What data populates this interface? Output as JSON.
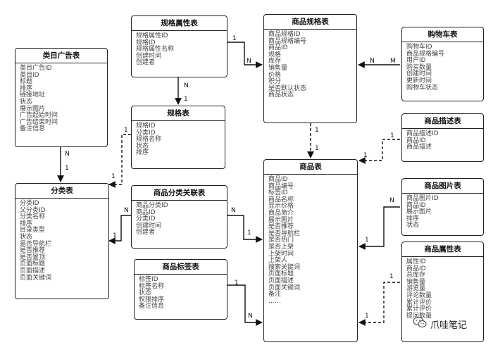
{
  "entities": {
    "category_ad": {
      "title": "类目广告表",
      "fields": [
        "类目广告ID",
        "类目ID",
        "标题",
        "排序",
        "链接地址",
        "状态",
        "展示图片",
        "广告起始时间",
        "广告结束时间",
        "备注信息"
      ]
    },
    "spec_attr": {
      "title": "规格属性表",
      "fields": [
        "规格属性ID",
        "规格ID",
        "规格属性名称",
        "创建时间",
        "创建者"
      ]
    },
    "spec": {
      "title": "规格表",
      "fields": [
        "规格ID",
        "分类ID",
        "规格名称",
        "状态",
        "排序"
      ]
    },
    "category": {
      "title": "分类表",
      "fields": [
        "分类ID",
        "父分类ID",
        "分类名称",
        "排序",
        "目录类型",
        "状态",
        "是否导航栏",
        "是否推荐",
        "是否置顶",
        "页面标题",
        "页面描述",
        "页面关键词"
      ]
    },
    "product_category": {
      "title": "商品分类关联表",
      "fields": [
        "商品分类ID",
        "商品ID",
        "分类ID",
        "创建时间",
        "创建者"
      ]
    },
    "product_tag": {
      "title": "商品标签表",
      "fields": [
        "标签ID",
        "标签名称",
        "状态",
        "权限排序",
        "备注信息"
      ]
    },
    "product_spec": {
      "title": "商品规格表",
      "fields": [
        "商品规格ID",
        "商品规格编号",
        "商品ID",
        "规格",
        "库存",
        "销售量",
        "价格",
        "积分",
        "是否默认状态",
        "商品状态"
      ]
    },
    "cart": {
      "title": "购物车表",
      "fields": [
        "购物车ID",
        "商品规格编号",
        "用户ID",
        "购买数量",
        "创建时间",
        "更新时间",
        "购物车状态"
      ]
    },
    "product_desc": {
      "title": "商品描述表",
      "fields": [
        "商品描述ID",
        "商品ID",
        "商品描述"
      ]
    },
    "product": {
      "title": "商品表",
      "fields": [
        "商品ID",
        "商品编号",
        "标签ID",
        "商品名称",
        "显示价格",
        "商品简介",
        "展示图片",
        "是否推荐",
        "是否导航栏",
        "是否热门",
        "是否上架",
        "上架时间",
        "上架人",
        "搜索关键词",
        "页面标题",
        "页面描述",
        "页面关键词",
        "备注",
        "……"
      ]
    },
    "product_image": {
      "title": "商品图片表",
      "fields": [
        "商品图片ID",
        "商品ID",
        "展示图片",
        "排序",
        "状态"
      ]
    },
    "product_attr": {
      "title": "商品属性表",
      "fields": [
        "属性ID",
        "商品ID",
        "总库存",
        "销售量",
        "游览量",
        "评论数量",
        "累计评价",
        "累计评价",
        "提问数量"
      ]
    }
  },
  "cardinalities": {
    "spec_attr_to_spec_from": "N",
    "spec_attr_to_spec_to": "1",
    "spec_attr_to_product_spec_from": "1",
    "spec_attr_to_product_spec_to": "N",
    "cart_to_product_spec_from": "M",
    "cart_to_product_spec_to": "N",
    "ad_to_category_from": "N",
    "ad_to_category_to": "1",
    "spec_to_category_from": "1",
    "spec_to_category_to": "1",
    "product_spec_to_product_from": "1",
    "product_spec_to_product_to": "1",
    "desc_to_product_from": "1",
    "desc_to_product_to": "1",
    "prodcat_to_category_from": "N",
    "prodcat_to_category_to": "1",
    "prodcat_to_product_from": "N",
    "prodcat_to_product_to": "1",
    "image_to_product_from": "N",
    "image_to_product_to": "1",
    "attr_to_product_from": "1",
    "attr_to_product_to": "1",
    "tag_to_product_from": "1",
    "tag_to_product_to": "N"
  },
  "watermark": "爪哇笔记",
  "watermark_icon": "wechat-icon"
}
